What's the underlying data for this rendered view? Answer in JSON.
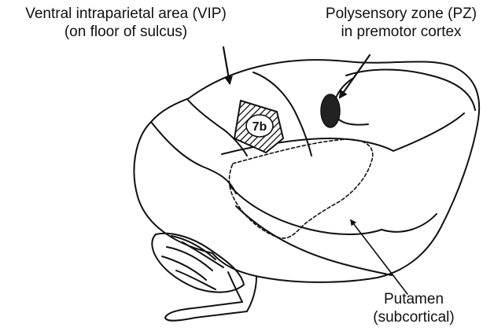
{
  "labels": {
    "vip": {
      "line1": "Ventral intraparietal area (VIP)",
      "line2": "(on floor of sulcus)"
    },
    "pz": {
      "line1": "Polysensory zone (PZ)",
      "line2": "in premotor cortex"
    },
    "putamen": {
      "line1": "Putamen",
      "line2": "(subcortical)"
    },
    "area_7b": "7b"
  },
  "colors": {
    "ink": "#111111",
    "paper": "#ffffff",
    "pz_fill": "#222222"
  }
}
